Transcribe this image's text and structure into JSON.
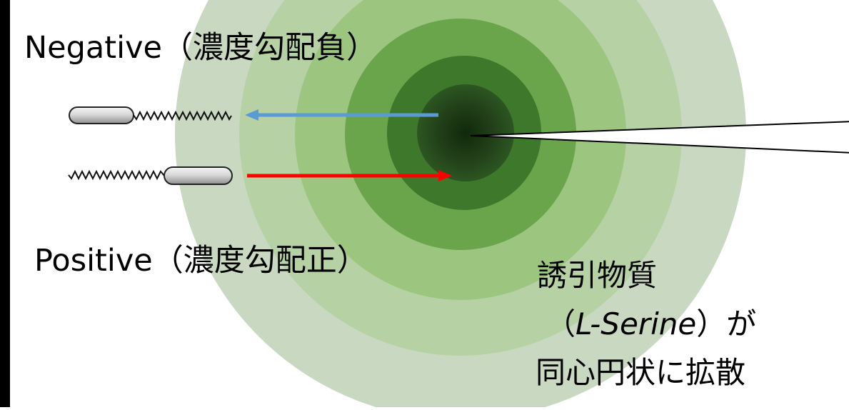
{
  "labels": {
    "negative": "Negative（濃度勾配負）",
    "positive": "Positive（濃度勾配正）"
  },
  "caption": {
    "line1": "誘引物質",
    "line2_open": "（",
    "line2_italic": "L-Serine",
    "line2_close": "）が",
    "line3": "同心円状に拡散"
  },
  "colors": {
    "ring_outer": "#c9d9c1",
    "ring_2": "#b5d1a3",
    "ring_3": "#99c57d",
    "ring_4": "#69a44a",
    "ring_5": "#3f7a2c",
    "core": "#27501d",
    "arrow_negative": "#5b9bd5",
    "arrow_positive": "#ff0000",
    "frame": "#000000"
  },
  "icons": {
    "bacterium_negative": "bacterium-flagellum-right-icon",
    "bacterium_positive": "bacterium-flagellum-left-icon"
  }
}
